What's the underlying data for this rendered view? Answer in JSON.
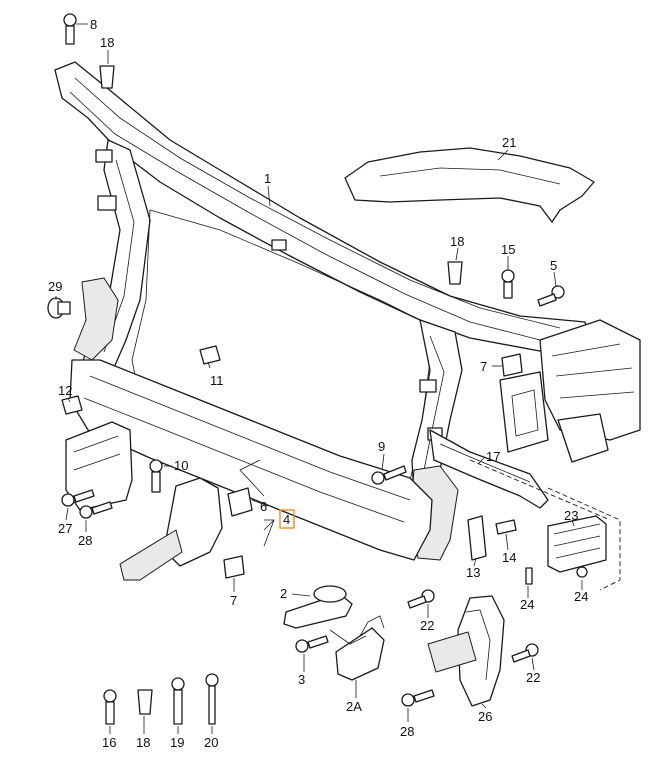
{
  "callouts": {
    "c1": "1",
    "c2": "2",
    "c2a": "2A",
    "c3": "3",
    "c4": "4",
    "c5": "5",
    "c6": "6",
    "c7a": "7",
    "c7b": "7",
    "c8": "8",
    "c9": "9",
    "c10": "10",
    "c11": "11",
    "c12": "12",
    "c13": "13",
    "c14": "14",
    "c15": "15",
    "c16": "16",
    "c17": "17",
    "c18a": "18",
    "c18b": "18",
    "c18c": "18",
    "c19": "19",
    "c20": "20",
    "c21": "21",
    "c22a": "22",
    "c22b": "22",
    "c23": "23",
    "c24a": "24",
    "c24b": "24",
    "c26": "26",
    "c27": "27",
    "c28a": "28",
    "c28b": "28",
    "c29": "29"
  },
  "highlight": {
    "color": "#f28c28",
    "label_ref": "c4"
  }
}
